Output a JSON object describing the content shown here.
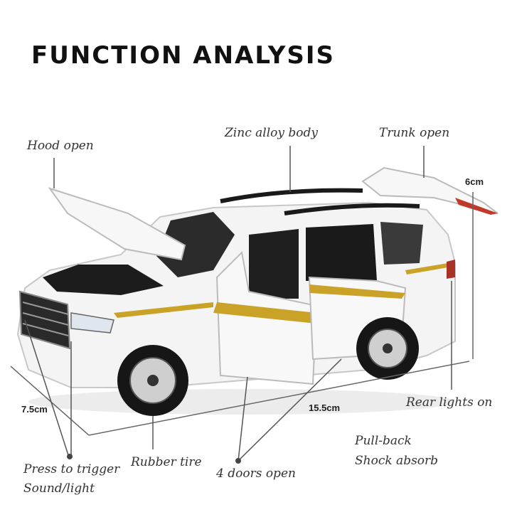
{
  "title": "FUNCTION ANALYSIS",
  "labels": {
    "hood_open": "Hood open",
    "zinc_alloy_body": "Zinc alloy body",
    "trunk_open": "Trunk open",
    "rear_lights_on": "Rear lights on",
    "pull_back": "Pull-back",
    "shock_absorb": "Shock absorb",
    "rubber_tire": "Rubber tire",
    "four_doors_open": "4 doors open",
    "press_to_trigger": "Press to trigger",
    "sound_light": "Sound/light"
  },
  "dimensions": {
    "height": "6cm",
    "width": "7.5cm",
    "length": "15.5cm"
  },
  "colors": {
    "car_body": "#f4f4f4",
    "gold_stripe": "#c9a227",
    "tail_light": "#c0392b",
    "line": "#666666"
  }
}
